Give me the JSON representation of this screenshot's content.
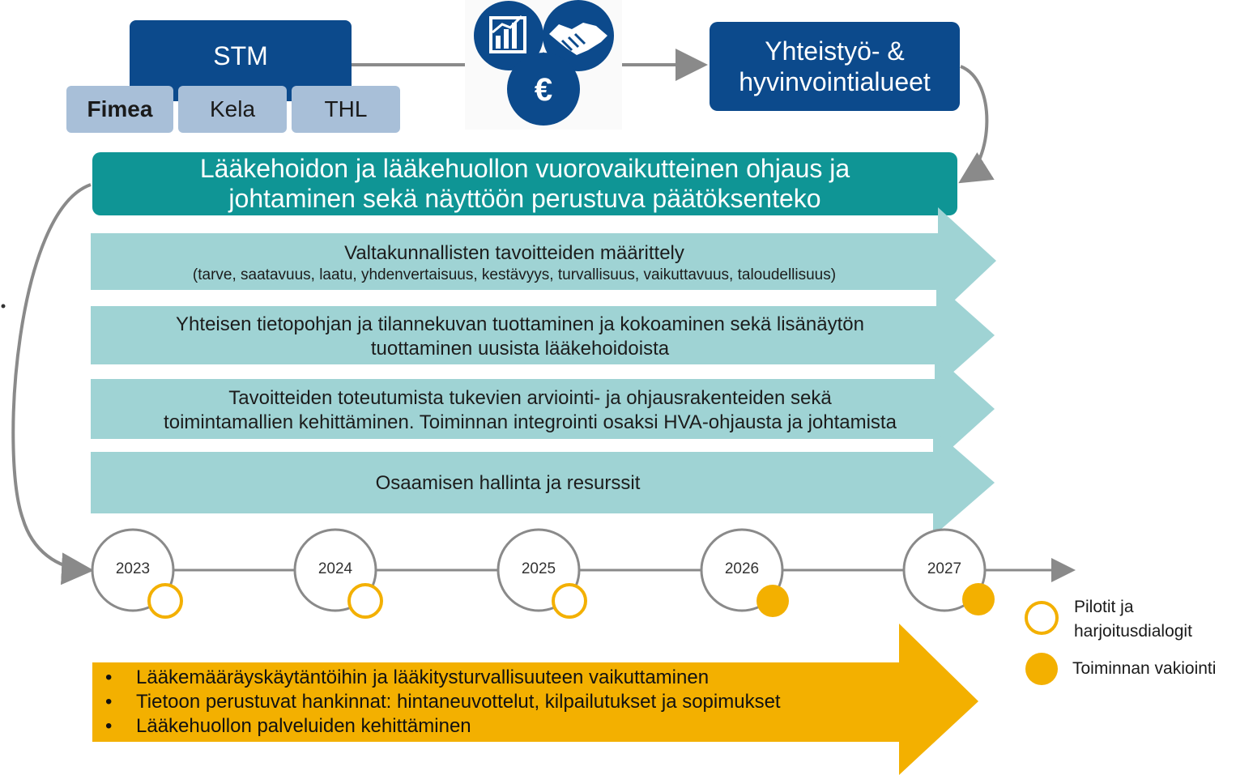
{
  "top": {
    "stm": "STM",
    "agencies": [
      "Fimea",
      "Kela",
      "THL"
    ],
    "regions": "Yhteistyö- & hyvinvointialueet",
    "regions_line1": "Yhteistyö- &",
    "regions_line2": "hyvinvointialueet",
    "icons": [
      "chart-icon",
      "handshake-icon",
      "euro-icon"
    ],
    "euro_symbol": "€"
  },
  "header": {
    "line1": "Lääkehoidon ja lääkehuollon vuorovaikutteinen ohjaus ja",
    "line2": "johtaminen sekä näyttöön perustuva päätöksenteko"
  },
  "arrows": [
    {
      "line1": "Valtakunnallisten tavoitteiden määrittely",
      "line2": "(tarve, saatavuus, laatu, yhdenvertaisuus, kestävyys, turvallisuus, vaikuttavuus, taloudellisuus)"
    },
    {
      "line1": "Yhteisen tietopohjan ja tilannekuvan tuottaminen ja kokoaminen sekä lisänäytön",
      "line2": "tuottaminen uusista lääkehoidoista"
    },
    {
      "line1": "Tavoitteiden toteutumista tukevien arviointi- ja ohjausrakenteiden sekä",
      "line2": "toimintamallien kehittäminen. Toiminnan integrointi  osaksi HVA-ohjausta ja johtamista"
    },
    {
      "line1": "Osaamisen hallinta ja resurssit",
      "line2": ""
    }
  ],
  "timeline": {
    "years": [
      "2023",
      "2024",
      "2025",
      "2026",
      "2027"
    ],
    "markers": [
      "pilot",
      "pilot",
      "pilot",
      "standard",
      "standard"
    ]
  },
  "legend": {
    "pilot_line1": "Pilotit ja",
    "pilot_line2": "harjoitusdialogit",
    "standard": "Toiminnan vakiointi"
  },
  "bottom": {
    "items": [
      "Lääkemääräyskäytäntöihin ja lääkitysturvallisuuteen  vaikuttaminen",
      "Tietoon perustuvat hankinnat: hintaneuvottelut, kilpailutukset ja sopimukset",
      "Lääkehuollon palveluiden kehittäminen"
    ],
    "bullet": "•"
  },
  "colors": {
    "navy": "#0c4a8c",
    "light_blue": "#a8bfd8",
    "teal": "#0f9595",
    "light_teal": "#9fd3d4",
    "gold": "#f3b000",
    "gray": "#8a8a8a"
  }
}
